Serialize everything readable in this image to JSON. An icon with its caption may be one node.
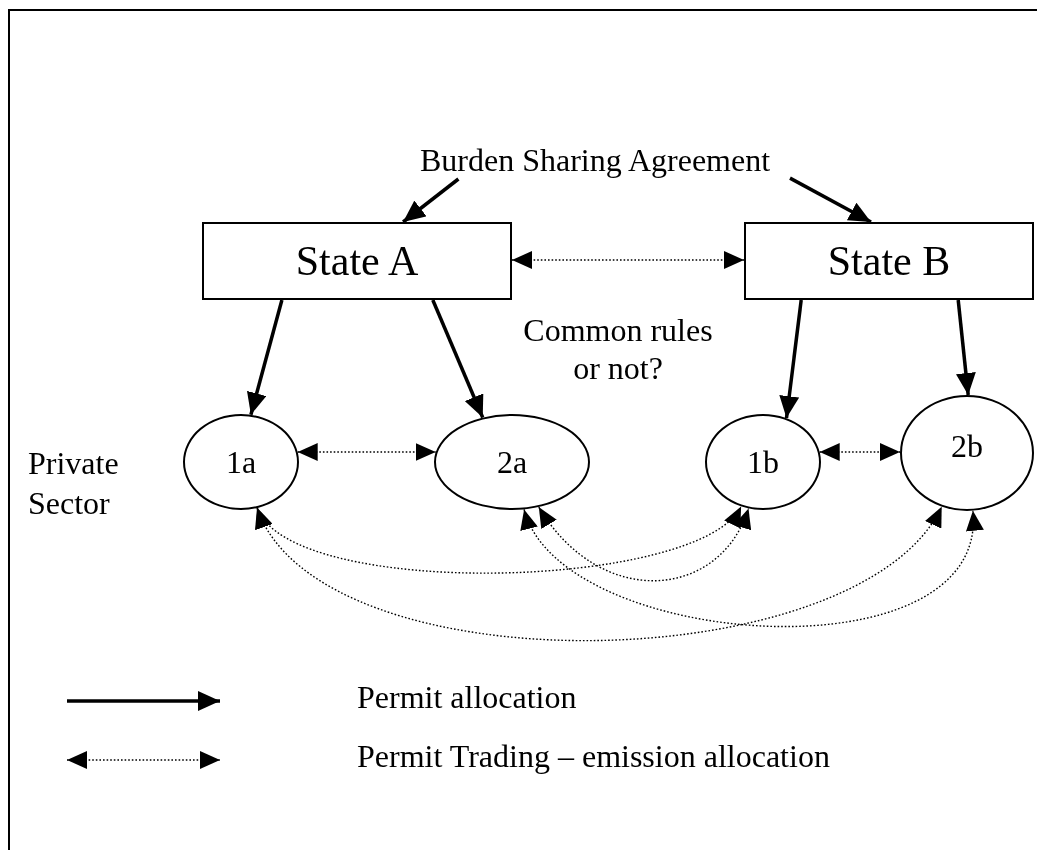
{
  "diagram": {
    "nodes": [
      {
        "text": [
          "Burden Sharing Agreement"
        ]
      },
      {
        "text": [
          "State A"
        ]
      },
      {
        "text": [
          "State B"
        ]
      },
      {
        "text": [
          "1a"
        ]
      },
      {
        "text": [
          "2a"
        ]
      },
      {
        "text": [
          "1b"
        ]
      },
      {
        "text": [
          "2b"
        ]
      }
    ],
    "edges": [
      {
        "from": 0,
        "to": 1,
        "arrow": "to",
        "style": "thick"
      },
      {
        "from": 0,
        "to": 2,
        "arrow": "to",
        "style": "thick"
      },
      {
        "from": 1,
        "to": 2,
        "arrow": "both",
        "style": "dashed"
      },
      {
        "from": 1,
        "to": 3,
        "arrow": "to",
        "style": "thick"
      },
      {
        "from": 1,
        "to": 4,
        "arrow": "to",
        "style": "thick"
      },
      {
        "from": 2,
        "to": 5,
        "arrow": "to",
        "style": "thick"
      },
      {
        "from": 2,
        "to": 6,
        "arrow": "to",
        "style": "thick"
      },
      {
        "from": 3,
        "to": 4,
        "arrow": "both",
        "style": "dashed"
      },
      {
        "from": 5,
        "to": 6,
        "arrow": "both",
        "style": "dashed"
      },
      {
        "from": 3,
        "to": 5,
        "arrow": "both",
        "style": "dashed"
      },
      {
        "from": 3,
        "to": 6,
        "arrow": "both",
        "style": "dashed"
      },
      {
        "from": 4,
        "to": 5,
        "arrow": "both",
        "style": "dashed"
      },
      {
        "from": 4,
        "to": 6,
        "arrow": "both",
        "style": "dashed"
      }
    ],
    "labels": [
      "Common rules or not?",
      "Private Sector"
    ],
    "legend": [
      {
        "text": "Permit allocation"
      },
      {
        "text": "Permit Trading – emission allocation"
      }
    ]
  }
}
